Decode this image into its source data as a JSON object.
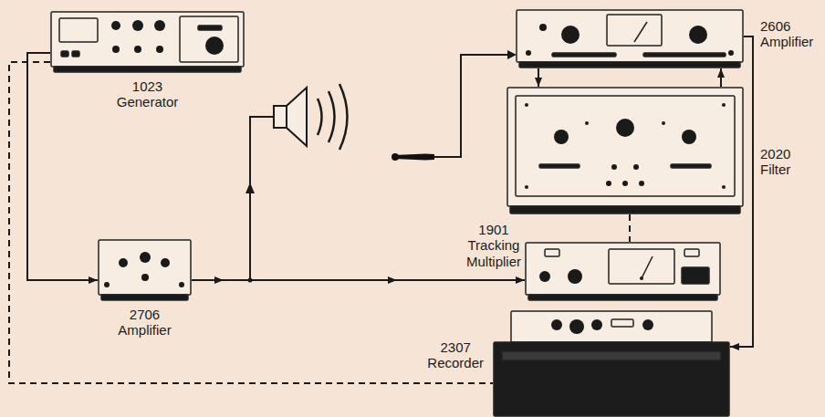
{
  "diagram": {
    "nodes": [
      {
        "text": [
          "1023 Generator"
        ]
      },
      {
        "text": [
          "2606 Amplifier"
        ]
      },
      {
        "text": [
          "2020 Filter"
        ]
      },
      {
        "text": [
          "1901 Tracking Multiplier"
        ]
      },
      {
        "text": [
          "2706 Amplifier"
        ]
      },
      {
        "text": [
          "2307 Recorder"
        ]
      }
    ],
    "edges": [
      {
        "from": 0,
        "to": 4,
        "arrow": "to"
      },
      {
        "from": 4,
        "to": 3,
        "arrow": "to"
      },
      {
        "from": 1,
        "to": 2,
        "arrow": "to"
      },
      {
        "from": 2,
        "to": 1,
        "arrow": "to"
      },
      {
        "from": 2,
        "to": 3,
        "arrow": "none"
      },
      {
        "from": 1,
        "to": 5,
        "arrow": "to"
      },
      {
        "from": 0,
        "to": 5,
        "arrow": "none"
      }
    ]
  }
}
